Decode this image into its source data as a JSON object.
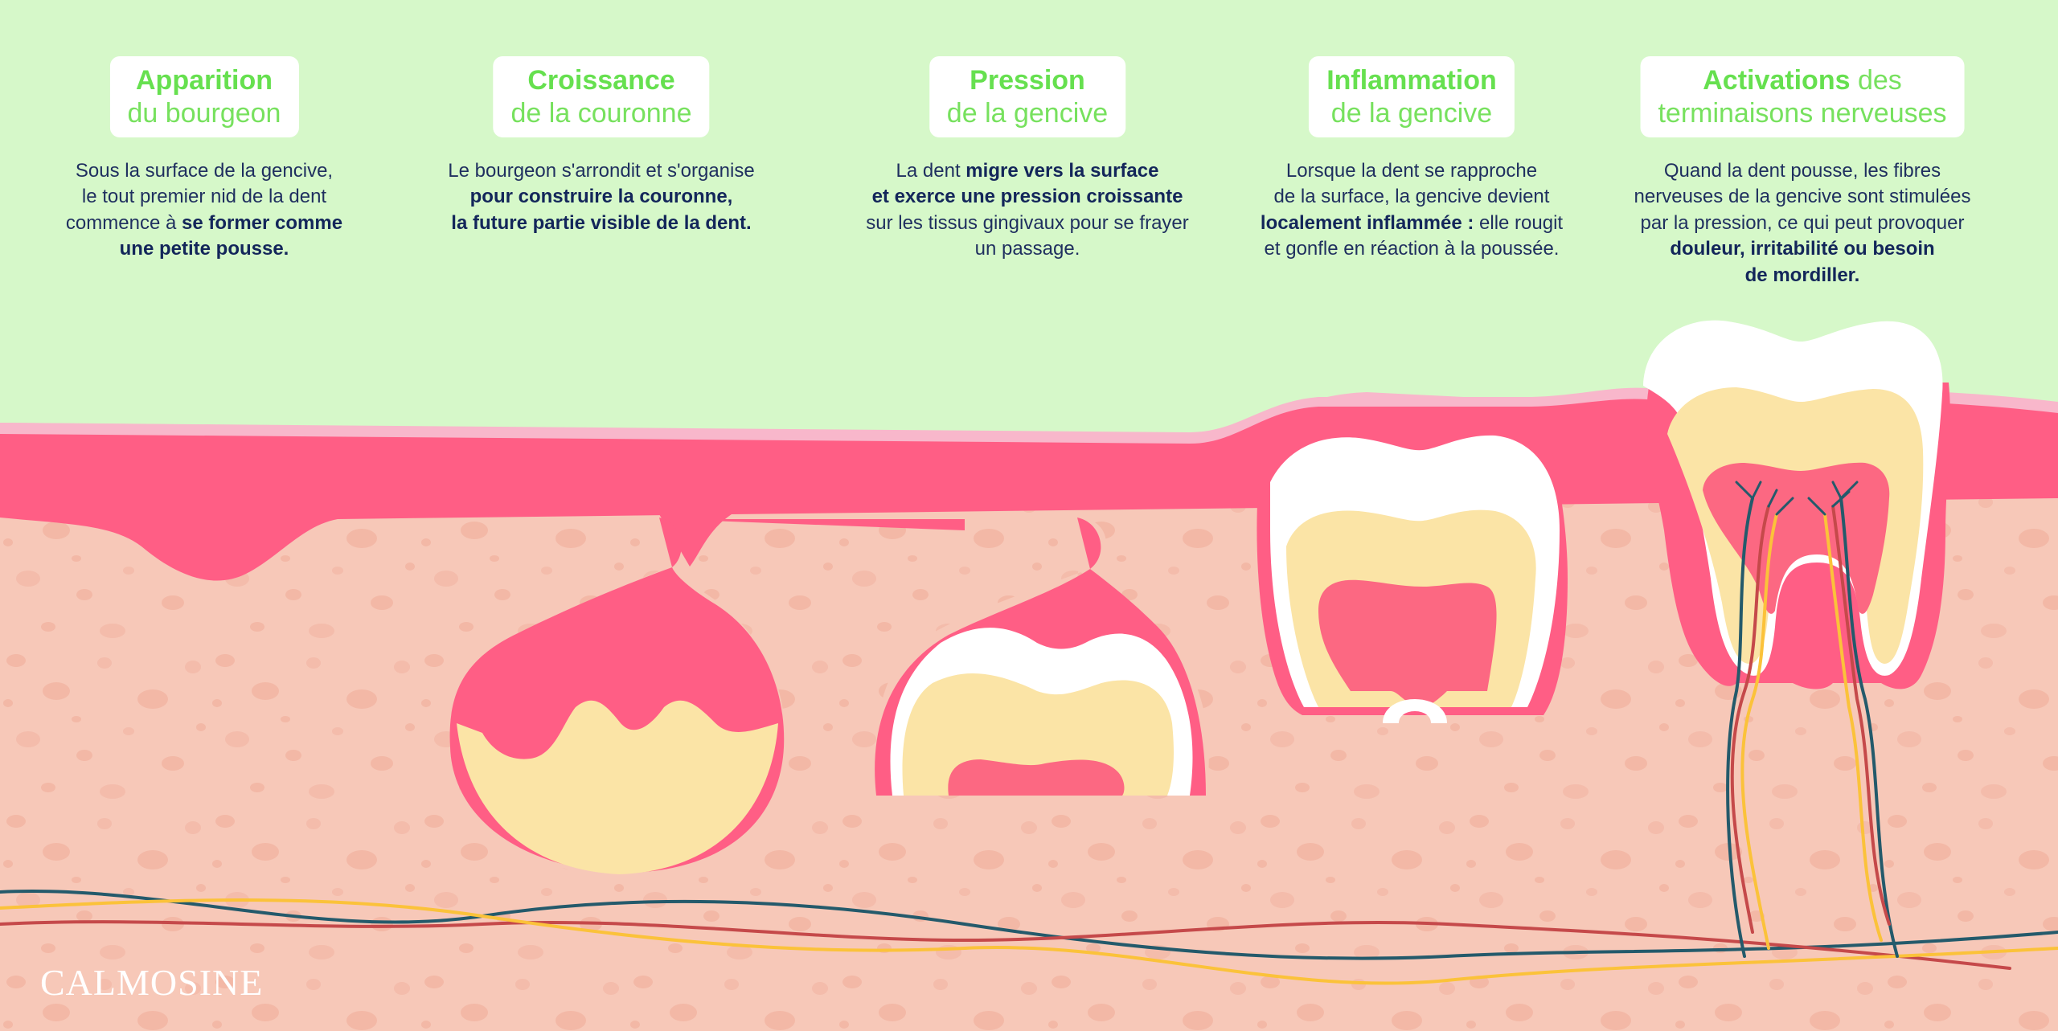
{
  "brand": "CALMOSINE",
  "colors": {
    "background": "#d6f8c9",
    "title_green": "#66e04f",
    "text_navy": "#1f2f5f",
    "gum": "#ff5e85",
    "gum_edge": "#f8b7cb",
    "bone": "#f7c8b8",
    "bone_spot": "#f4b5a4",
    "enamel": "#ffffff",
    "dentin": "#fbe4a6",
    "pulp": "#fc6882",
    "nerve_navy": "#245a6b",
    "nerve_red": "#c5494a",
    "nerve_yellow": "#fbc23a"
  },
  "stages": [
    {
      "title_bold": "Apparition",
      "title_light": "du bourgeon",
      "desc": [
        [
          {
            "t": "Sous la surface de la gencive,"
          }
        ],
        [
          {
            "t": "le tout premier nid de la dent"
          }
        ],
        [
          {
            "t": "commence à "
          },
          {
            "t": "se former comme",
            "b": true
          }
        ],
        [
          {
            "t": "une petite pousse.",
            "b": true
          }
        ]
      ]
    },
    {
      "title_bold": "Croissance",
      "title_light": "de la couronne",
      "desc": [
        [
          {
            "t": "Le bourgeon s'arrondit et s'organise"
          }
        ],
        [
          {
            "t": "pour construire la couronne,",
            "b": true
          }
        ],
        [
          {
            "t": "la future partie visible de la dent.",
            "b": true
          }
        ]
      ]
    },
    {
      "title_bold": "Pression",
      "title_light": "de la gencive",
      "desc": [
        [
          {
            "t": "La dent "
          },
          {
            "t": "migre vers la surface",
            "b": true
          }
        ],
        [
          {
            "t": "et exerce une pression croissante",
            "b": true
          }
        ],
        [
          {
            "t": "sur les tissus gingivaux pour se frayer"
          }
        ],
        [
          {
            "t": "un passage."
          }
        ]
      ]
    },
    {
      "title_bold": "Inflammation",
      "title_light": "de la gencive",
      "desc": [
        [
          {
            "t": "Lorsque la dent se rapproche"
          }
        ],
        [
          {
            "t": "de la surface, la gencive devient"
          }
        ],
        [
          {
            "t": "localement inflammée : ",
            "b": true
          },
          {
            "t": "elle rougit"
          }
        ],
        [
          {
            "t": "et gonfle en réaction à la poussée."
          }
        ]
      ]
    },
    {
      "title_bold": "Activations",
      "title_bold_suffix": " des",
      "title_light": "terminaisons nerveuses",
      "desc": [
        [
          {
            "t": "Quand la dent pousse, les fibres"
          }
        ],
        [
          {
            "t": "nerveuses de la gencive sont stimulées"
          }
        ],
        [
          {
            "t": "par la pression, ce qui peut provoquer"
          }
        ],
        [
          {
            "t": "douleur, irritabilité ou besoin",
            "b": true
          }
        ],
        [
          {
            "t": "de mordiller.",
            "b": true
          }
        ]
      ]
    }
  ]
}
